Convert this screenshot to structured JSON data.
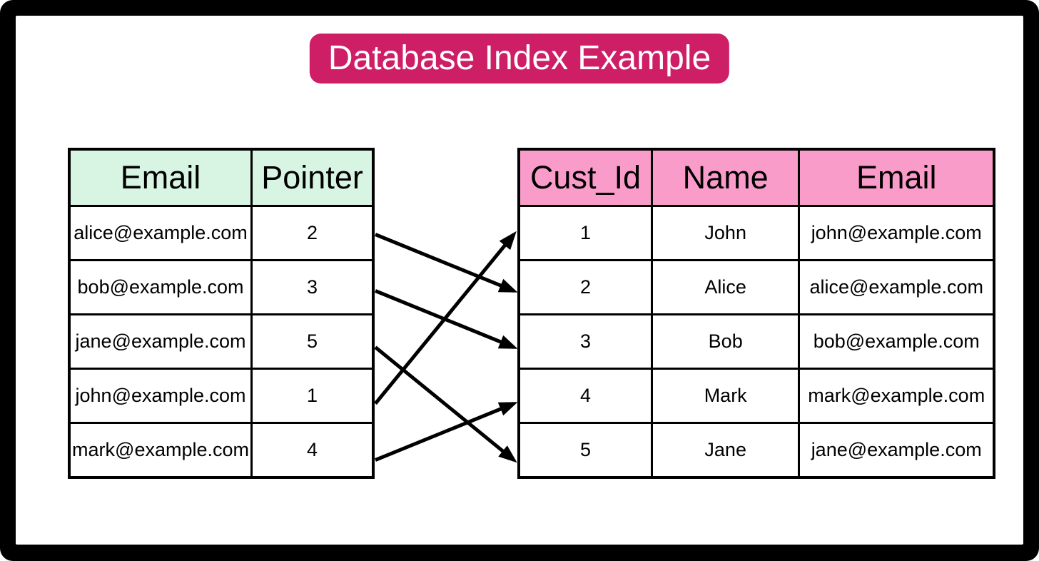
{
  "title": "Database Index Example",
  "colors": {
    "title_bg": "#cd1e66",
    "index_header_bg": "#d7f5e2",
    "customer_header_bg": "#fa9cca",
    "arrow": "#000000"
  },
  "index_table": {
    "headers": [
      "Email",
      "Pointer"
    ],
    "rows": [
      [
        "alice@example.com",
        "2"
      ],
      [
        "bob@example.com",
        "3"
      ],
      [
        "jane@example.com",
        "5"
      ],
      [
        "john@example.com",
        "1"
      ],
      [
        "mark@example.com",
        "4"
      ]
    ]
  },
  "customer_table": {
    "headers": [
      "Cust_Id",
      "Name",
      "Email"
    ],
    "rows": [
      [
        "1",
        "John",
        "john@example.com"
      ],
      [
        "2",
        "Alice",
        "alice@example.com"
      ],
      [
        "3",
        "Bob",
        "bob@example.com"
      ],
      [
        "4",
        "Mark",
        "mark@example.com"
      ],
      [
        "5",
        "Jane",
        "jane@example.com"
      ]
    ]
  },
  "arrows": [
    {
      "from_row": 1,
      "to_row": 2
    },
    {
      "from_row": 2,
      "to_row": 3
    },
    {
      "from_row": 3,
      "to_row": 5
    },
    {
      "from_row": 4,
      "to_row": 1
    },
    {
      "from_row": 5,
      "to_row": 4
    }
  ]
}
